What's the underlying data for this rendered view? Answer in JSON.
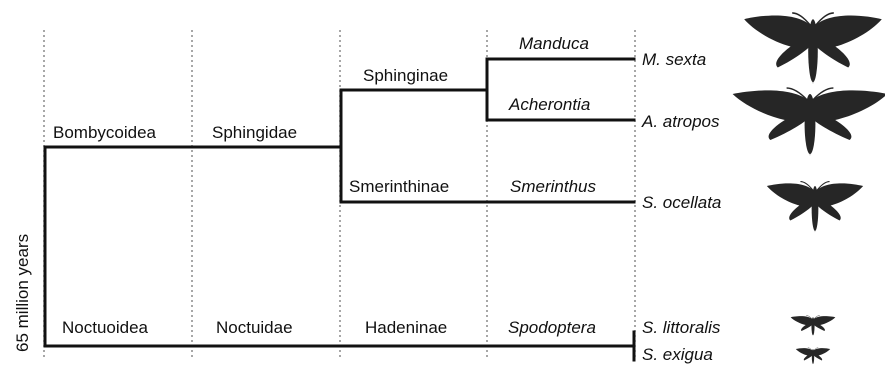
{
  "time_axis_label": "65 million years",
  "rank_columns": {
    "superfamily": [
      "Bombycoidea",
      "Noctuoidea"
    ],
    "family": [
      "Sphingidae",
      "Noctuidae"
    ],
    "subfamily": [
      "Sphinginae",
      "Smerinthinae",
      "Hadeninae"
    ],
    "genus": [
      "Manduca",
      "Acherontia",
      "Smerinthus",
      "Spodoptera"
    ]
  },
  "species": [
    "M. sexta",
    "A. atropos",
    "S. ocellata",
    "S. littoralis",
    "S. exigua"
  ],
  "silhouettes": [
    "hawkmoth-silhouette",
    "hawkmoth-silhouette",
    "hawkmoth-silhouette",
    "noctuid-moth-silhouette",
    "noctuid-moth-silhouette"
  ],
  "colors": {
    "branch": "#111111",
    "silhouette": "#262626",
    "gridline": "#8a8a8a"
  }
}
